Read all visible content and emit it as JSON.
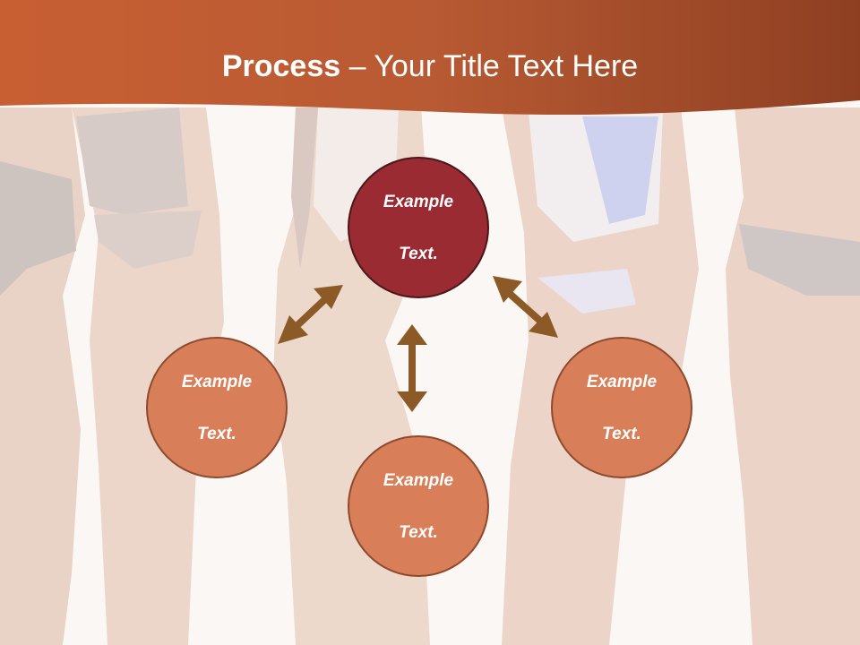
{
  "slide": {
    "title_bold": "Process",
    "title_rest": " – Your Title Text Here"
  },
  "nodes": {
    "top": {
      "line1": "Example",
      "line2": "Text."
    },
    "left": {
      "line1": "Example",
      "line2": "Text."
    },
    "bottom": {
      "line1": "Example",
      "line2": "Text."
    },
    "right": {
      "line1": "Example",
      "line2": "Text."
    }
  },
  "colors": {
    "banner": "#b5532a",
    "top_node": "#9a2b33",
    "node": "#d87e58",
    "arrow": "#8b5a26"
  }
}
